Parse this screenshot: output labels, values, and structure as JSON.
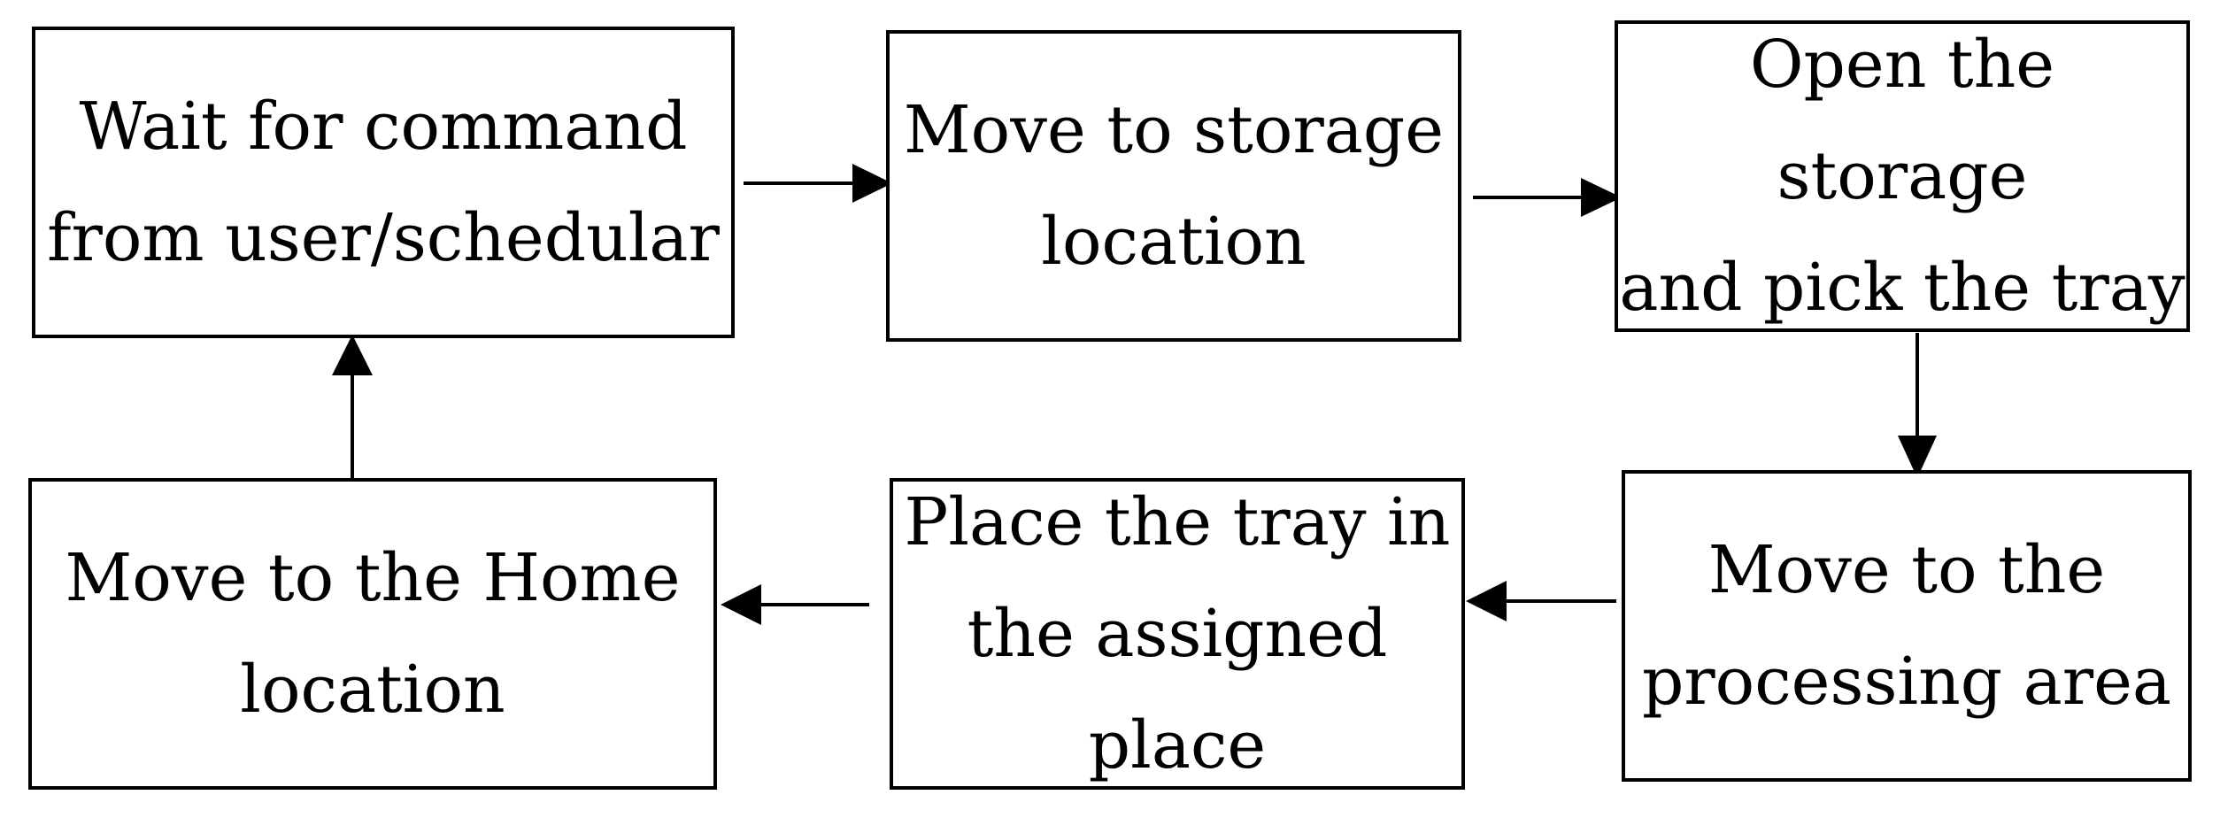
{
  "diagram": {
    "type": "flowchart",
    "line_color": "#000000",
    "steps": [
      {
        "id": "wait",
        "label": "Wait for command\nfrom user/schedular"
      },
      {
        "id": "move-storage",
        "label": "Move to storage\nlocation"
      },
      {
        "id": "open-storage",
        "label": "Open the storage\nand pick the tray"
      },
      {
        "id": "move-processing",
        "label": "Move to the\nprocessing area"
      },
      {
        "id": "place-tray",
        "label": "Place the tray in\nthe assigned place"
      },
      {
        "id": "move-home",
        "label": "Move to the Home\nlocation"
      }
    ],
    "flow": [
      {
        "from": "wait",
        "to": "move-storage"
      },
      {
        "from": "move-storage",
        "to": "open-storage"
      },
      {
        "from": "open-storage",
        "to": "move-processing"
      },
      {
        "from": "move-processing",
        "to": "place-tray"
      },
      {
        "from": "place-tray",
        "to": "move-home"
      },
      {
        "from": "move-home",
        "to": "wait"
      }
    ]
  }
}
